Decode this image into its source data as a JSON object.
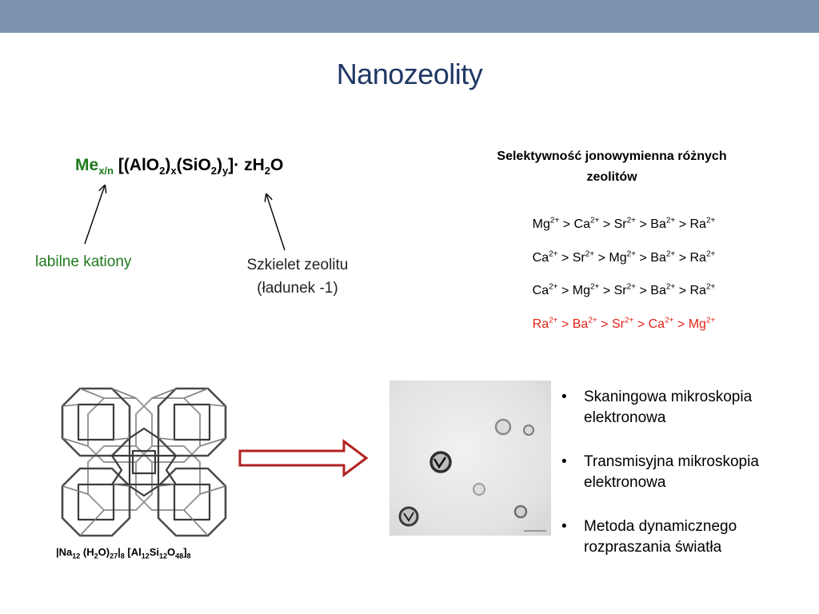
{
  "title": "Nanozeolity",
  "formula": {
    "me": "Me",
    "me_sub": "x/n",
    "p1": " [(AlO",
    "s1": "2",
    "p2": ")",
    "s2": "x",
    "p3": "(SiO",
    "s3": "2",
    "p4": ")",
    "s4": "y",
    "p5": "]· zH",
    "s5": "2",
    "p6": "O"
  },
  "labels": {
    "cations": "labilne kationy",
    "frame_line1": "Szkielet zeolitu",
    "frame_line2": "(ładunek -1)"
  },
  "selectivity": {
    "heading_line1": "Selektywność jonowymienna różnych",
    "heading_line2": "zeolitów",
    "series": [
      {
        "ions": [
          "Mg",
          "Ca",
          "Sr",
          "Ba",
          "Ra"
        ],
        "charge": "2+",
        "color": "#000000"
      },
      {
        "ions": [
          "Ca",
          "Sr",
          "Mg",
          "Ba",
          "Ra"
        ],
        "charge": "2+",
        "color": "#000000"
      },
      {
        "ions": [
          "Ca",
          "Mg",
          "Sr",
          "Ba",
          "Ra"
        ],
        "charge": "2+",
        "color": "#000000"
      },
      {
        "ions": [
          "Ra",
          "Ba",
          "Sr",
          "Ca",
          "Mg"
        ],
        "charge": "2+",
        "color": "#e2231a"
      }
    ],
    "separator": " > "
  },
  "bottom_formula": {
    "t1": "|Na",
    "s1": "12",
    "t2": " (H",
    "s2": "2",
    "t3": "O)",
    "s3": "27",
    "t4": "|",
    "s4": "8",
    "t5": " [Al",
    "s5": "12",
    "t6": "Si",
    "s6": "12",
    "t7": "O",
    "s7": "48",
    "t8": "]",
    "s8": "8"
  },
  "methods": [
    "Skaningowa mikroskopia elektronowa",
    "Transmisyjna mikroskopia elektronowa",
    "Metoda dynamicznego rozpraszania światła"
  ],
  "colors": {
    "topbar": "#7d93ad",
    "title": "#1f3864",
    "green": "#1e7a1e",
    "red": "#e2231a",
    "arrow": "#b22222"
  },
  "icons": {
    "zeolite_structure": "zeolite-framework-model",
    "microscopy": "tem-micrograph",
    "process_arrow": "right-arrow-icon"
  }
}
